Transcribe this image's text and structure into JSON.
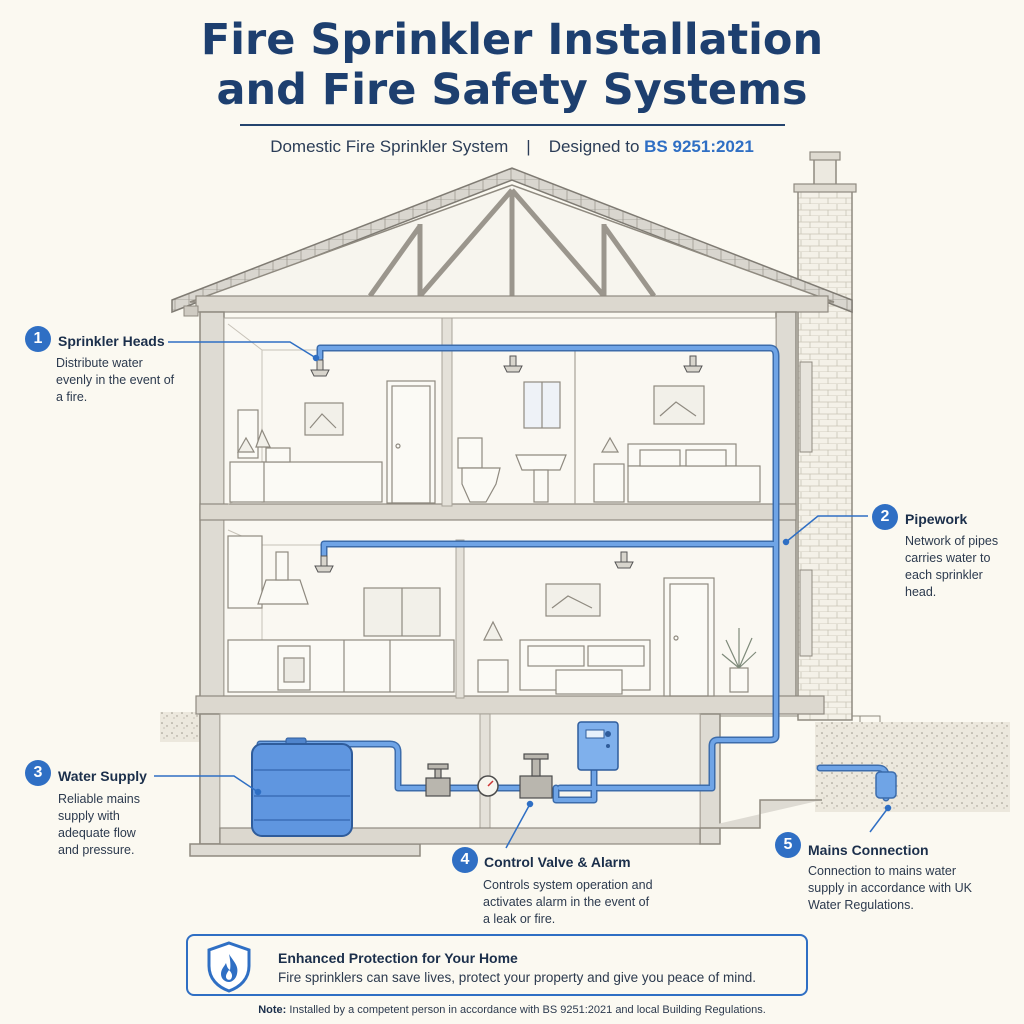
{
  "title": {
    "line1": "Fire Sprinkler Installation",
    "line2": "and Fire Safety Systems"
  },
  "subtitle": {
    "system": "Domestic Fire Sprinkler System",
    "separator": "|",
    "designed_prefix": "Designed to",
    "standard": "BS 9251:2021"
  },
  "callouts": [
    {
      "number": "1",
      "title": "Sprinkler Heads",
      "description": "Distribute water evenly in the event of a fire."
    },
    {
      "number": "2",
      "title": "Pipework",
      "description": "Network of pipes carries water to each sprinkler head."
    },
    {
      "number": "3",
      "title": "Water Supply",
      "description": "Reliable mains supply with adequate flow and pressure."
    },
    {
      "number": "4",
      "title": "Control Valve & Alarm",
      "description": "Controls system operation and activates alarm in the event of a leak or fire."
    },
    {
      "number": "5",
      "title": "Mains Connection",
      "description": "Connection to mains water supply in accordance with UK Water Regulations."
    }
  ],
  "banner": {
    "title": "Enhanced Protection for Your Home",
    "text": "Fire sprinklers can save lives, protect your property and give you peace of mind.",
    "icon": "shield-flame-icon"
  },
  "note": {
    "label": "Note:",
    "text": "Installed by a competent person in accordance with BS 9251:2021 and local Building Regulations."
  },
  "colors": {
    "accent": "#2f6fc4",
    "title": "#1d3f6f",
    "pipe": "#5b96e0",
    "background": "#fbf9f1"
  }
}
